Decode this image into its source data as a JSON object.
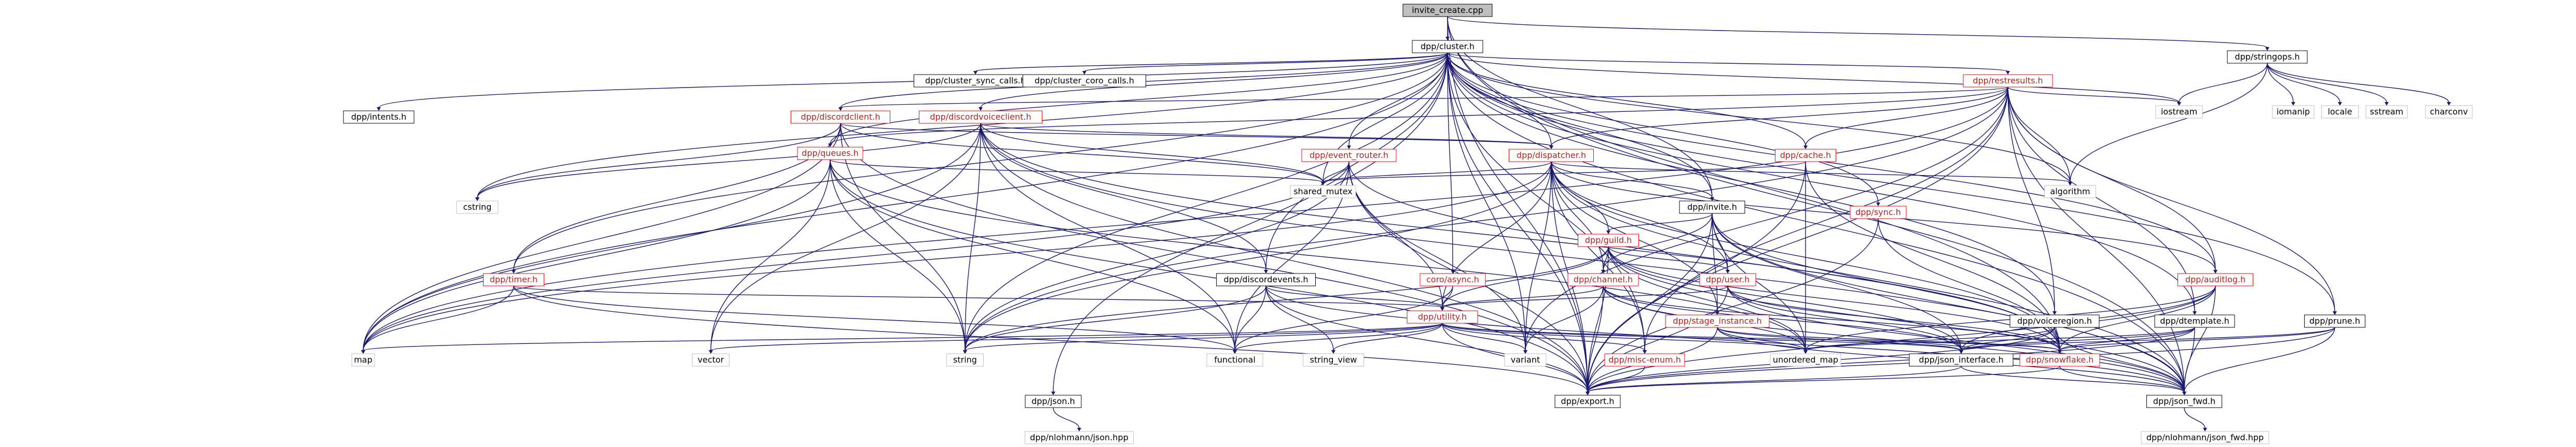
{
  "title": "invite_create.cpp",
  "nodes": [
    {
      "id": "root",
      "label": "invite_create.cpp",
      "kind": "root"
    },
    {
      "id": "cluster",
      "label": "dpp/cluster.h",
      "kind": "normal"
    },
    {
      "id": "stringops",
      "label": "dpp/stringops.h",
      "kind": "normal"
    },
    {
      "id": "cluster_sync",
      "label": "dpp/cluster_sync_calls.h",
      "kind": "normal"
    },
    {
      "id": "cluster_coro",
      "label": "dpp/cluster_coro_calls.h",
      "kind": "normal"
    },
    {
      "id": "restresults",
      "label": "dpp/restresults.h",
      "kind": "red"
    },
    {
      "id": "iostream",
      "label": "iostream",
      "kind": "plain"
    },
    {
      "id": "romanp",
      "label": "iomanip",
      "kind": "plain"
    },
    {
      "id": "locale",
      "label": "locale",
      "kind": "plain"
    },
    {
      "id": "sstream",
      "label": "sstream",
      "kind": "plain"
    },
    {
      "id": "charconv",
      "label": "charconv",
      "kind": "plain"
    },
    {
      "id": "intents",
      "label": "dpp/intents.h",
      "kind": "normal"
    },
    {
      "id": "discordclient",
      "label": "dpp/discordclient.h",
      "kind": "red"
    },
    {
      "id": "discordvoiceclient",
      "label": "dpp/discordvoiceclient.h",
      "kind": "red"
    },
    {
      "id": "dispatcher",
      "label": "dpp/dispatcher.h",
      "kind": "red"
    },
    {
      "id": "queues",
      "label": "dpp/queues.h",
      "kind": "red"
    },
    {
      "id": "event_router",
      "label": "dpp/event_router.h",
      "kind": "red"
    },
    {
      "id": "cache",
      "label": "dpp/cache.h",
      "kind": "red"
    },
    {
      "id": "cstring",
      "label": "cstring",
      "kind": "plain"
    },
    {
      "id": "shared_mutex",
      "label": "shared_mutex",
      "kind": "plain"
    },
    {
      "id": "algorithm",
      "label": "algorithm",
      "kind": "plain"
    },
    {
      "id": "invite",
      "label": "dpp/invite.h",
      "kind": "normal"
    },
    {
      "id": "sync",
      "label": "dpp/sync.h",
      "kind": "red"
    },
    {
      "id": "guild",
      "label": "dpp/guild.h",
      "kind": "red"
    },
    {
      "id": "timer",
      "label": "dpp/timer.h",
      "kind": "red"
    },
    {
      "id": "discordevents",
      "label": "dpp/discordevents.h",
      "kind": "normal"
    },
    {
      "id": "coro",
      "label": "coro/async.h",
      "kind": "red"
    },
    {
      "id": "channel",
      "label": "dpp/channel.h",
      "kind": "red"
    },
    {
      "id": "user",
      "label": "dpp/user.h",
      "kind": "red"
    },
    {
      "id": "stage_instance",
      "label": "dpp/stage_instance.h",
      "kind": "red"
    },
    {
      "id": "voiceregion",
      "label": "dpp/voiceregion.h",
      "kind": "normal"
    },
    {
      "id": "dtemplate",
      "label": "dpp/dtemplate.h",
      "kind": "normal"
    },
    {
      "id": "auditlog",
      "label": "dpp/auditlog.h",
      "kind": "red"
    },
    {
      "id": "prune",
      "label": "dpp/prune.h",
      "kind": "normal"
    },
    {
      "id": "utility",
      "label": "dpp/utility.h",
      "kind": "red"
    },
    {
      "id": "map",
      "label": "map",
      "kind": "plain"
    },
    {
      "id": "vector",
      "label": "vector",
      "kind": "plain"
    },
    {
      "id": "string",
      "label": "string",
      "kind": "plain"
    },
    {
      "id": "functional",
      "label": "functional",
      "kind": "plain"
    },
    {
      "id": "string_view",
      "label": "string_view",
      "kind": "plain"
    },
    {
      "id": "variant",
      "label": "variant",
      "kind": "plain"
    },
    {
      "id": "misc_enum",
      "label": "dpp/misc-enum.h",
      "kind": "red"
    },
    {
      "id": "unordered_map",
      "label": "unordered_map",
      "kind": "plain"
    },
    {
      "id": "json_interface",
      "label": "dpp/json_interface.h",
      "kind": "normal"
    },
    {
      "id": "snowflake",
      "label": "dpp/snowflake.h",
      "kind": "red"
    },
    {
      "id": "export",
      "label": "dpp/export.h",
      "kind": "normal"
    },
    {
      "id": "json",
      "label": "dpp/json.h",
      "kind": "normal"
    },
    {
      "id": "json_fwd",
      "label": "dpp/json_fwd.h",
      "kind": "normal"
    },
    {
      "id": "nlohmann_json",
      "label": "dpp/nlohmann/json.hpp",
      "kind": "plain"
    },
    {
      "id": "nlohmann_json_fwd",
      "label": "dpp/nlohmann/json_fwd.hpp",
      "kind": "plain"
    }
  ],
  "edges": [
    [
      "root",
      "cluster"
    ],
    [
      "root",
      "stringops"
    ],
    [
      "root",
      "export"
    ],
    [
      "root",
      "snowflake"
    ],
    [
      "root",
      "json_fwd"
    ],
    [
      "root",
      "invite"
    ],
    [
      "stringops",
      "iostream"
    ],
    [
      "stringops",
      "romanp"
    ],
    [
      "stringops",
      "locale"
    ],
    [
      "stringops",
      "sstream"
    ],
    [
      "stringops",
      "charconv"
    ],
    [
      "stringops",
      "algorithm"
    ],
    [
      "cluster",
      "cluster_sync"
    ],
    [
      "cluster",
      "cluster_coro"
    ],
    [
      "cluster",
      "restresults"
    ],
    [
      "cluster",
      "intents"
    ],
    [
      "cluster",
      "discordclient"
    ],
    [
      "cluster",
      "discordvoiceclient"
    ],
    [
      "cluster",
      "dispatcher"
    ],
    [
      "cluster",
      "queues"
    ],
    [
      "cluster",
      "event_router"
    ],
    [
      "cluster",
      "cache"
    ],
    [
      "cluster",
      "cstring"
    ],
    [
      "cluster",
      "shared_mutex"
    ],
    [
      "cluster",
      "algorithm"
    ],
    [
      "cluster",
      "iostream"
    ],
    [
      "cluster",
      "timer"
    ],
    [
      "cluster",
      "discordevents"
    ],
    [
      "cluster",
      "coro"
    ],
    [
      "cluster",
      "map"
    ],
    [
      "cluster",
      "string"
    ],
    [
      "cluster",
      "variant"
    ],
    [
      "cluster",
      "misc_enum"
    ],
    [
      "cluster",
      "export"
    ],
    [
      "cluster",
      "json_fwd"
    ],
    [
      "cluster",
      "json"
    ],
    [
      "cluster",
      "sync"
    ],
    [
      "cluster",
      "invite"
    ],
    [
      "cluster",
      "voiceregion"
    ],
    [
      "cluster",
      "dtemplate"
    ],
    [
      "cluster",
      "prune"
    ],
    [
      "cluster",
      "auditlog"
    ],
    [
      "restresults",
      "iostream"
    ],
    [
      "restresults",
      "discordclient"
    ],
    [
      "restresults",
      "dispatcher"
    ],
    [
      "restresults",
      "cache"
    ],
    [
      "restresults",
      "queues"
    ],
    [
      "restresults",
      "algorithm"
    ],
    [
      "restresults",
      "voiceregion"
    ],
    [
      "restresults",
      "dtemplate"
    ],
    [
      "restresults",
      "prune"
    ],
    [
      "restresults",
      "auditlog"
    ],
    [
      "restresults",
      "misc_enum"
    ],
    [
      "restresults",
      "export"
    ],
    [
      "restresults",
      "json_fwd"
    ],
    [
      "restresults",
      "map"
    ],
    [
      "restresults",
      "string"
    ],
    [
      "restresults",
      "variant"
    ],
    [
      "discordclient",
      "cstring"
    ],
    [
      "discordclient",
      "shared_mutex"
    ],
    [
      "discordclient",
      "map"
    ],
    [
      "discordclient",
      "string"
    ],
    [
      "discordclient",
      "dispatcher"
    ],
    [
      "discordclient",
      "timer"
    ],
    [
      "discordclient",
      "export"
    ],
    [
      "discordvoiceclient",
      "cstring"
    ],
    [
      "discordvoiceclient",
      "shared_mutex"
    ],
    [
      "discordvoiceclient",
      "dispatcher"
    ],
    [
      "discordvoiceclient",
      "discordevents"
    ],
    [
      "discordvoiceclient",
      "map"
    ],
    [
      "discordvoiceclient",
      "vector"
    ],
    [
      "discordvoiceclient",
      "string"
    ],
    [
      "discordvoiceclient",
      "functional"
    ],
    [
      "discordvoiceclient",
      "export"
    ],
    [
      "discordvoiceclient",
      "snowflake"
    ],
    [
      "discordvoiceclient",
      "json_fwd"
    ],
    [
      "dispatcher",
      "invite"
    ],
    [
      "dispatcher",
      "guild"
    ],
    [
      "dispatcher",
      "channel"
    ],
    [
      "dispatcher",
      "user"
    ],
    [
      "dispatcher",
      "stage_instance"
    ],
    [
      "dispatcher",
      "utility"
    ],
    [
      "dispatcher",
      "algorithm"
    ],
    [
      "dispatcher",
      "string"
    ],
    [
      "dispatcher",
      "map"
    ],
    [
      "dispatcher",
      "variant"
    ],
    [
      "dispatcher",
      "export"
    ],
    [
      "dispatcher",
      "snowflake"
    ],
    [
      "dispatcher",
      "json_fwd"
    ],
    [
      "dispatcher",
      "auditlog"
    ],
    [
      "dispatcher",
      "shared_mutex"
    ],
    [
      "dispatcher",
      "misc_enum"
    ],
    [
      "queues",
      "map"
    ],
    [
      "queues",
      "vector"
    ],
    [
      "queues",
      "string"
    ],
    [
      "queues",
      "functional"
    ],
    [
      "queues",
      "shared_mutex"
    ],
    [
      "queues",
      "export"
    ],
    [
      "queues",
      "unordered_map"
    ],
    [
      "event_router",
      "string"
    ],
    [
      "event_router",
      "map"
    ],
    [
      "event_router",
      "variant"
    ],
    [
      "event_router",
      "functional"
    ],
    [
      "event_router",
      "shared_mutex"
    ],
    [
      "event_router",
      "export"
    ],
    [
      "event_router",
      "snowflake"
    ],
    [
      "event_router",
      "utility"
    ],
    [
      "cache",
      "shared_mutex"
    ],
    [
      "cache",
      "unordered_map"
    ],
    [
      "cache",
      "export"
    ],
    [
      "cache",
      "snowflake"
    ],
    [
      "invite",
      "guild"
    ],
    [
      "invite",
      "user"
    ],
    [
      "invite",
      "channel"
    ],
    [
      "invite",
      "stage_instance"
    ],
    [
      "invite",
      "export"
    ],
    [
      "invite",
      "snowflake"
    ],
    [
      "invite",
      "json_fwd"
    ],
    [
      "invite",
      "json_interface"
    ],
    [
      "invite",
      "unordered_map"
    ],
    [
      "sync",
      "snowflake"
    ],
    [
      "sync",
      "export"
    ],
    [
      "guild",
      "channel"
    ],
    [
      "guild",
      "user"
    ],
    [
      "guild",
      "utility"
    ],
    [
      "guild",
      "string"
    ],
    [
      "guild",
      "unordered_map"
    ],
    [
      "guild",
      "export"
    ],
    [
      "guild",
      "snowflake"
    ],
    [
      "guild",
      "json_fwd"
    ],
    [
      "guild",
      "json_interface"
    ],
    [
      "channel",
      "utility"
    ],
    [
      "channel",
      "unordered_map"
    ],
    [
      "channel",
      "variant"
    ],
    [
      "channel",
      "export"
    ],
    [
      "channel",
      "snowflake"
    ],
    [
      "channel",
      "json_fwd"
    ],
    [
      "channel",
      "json_interface"
    ],
    [
      "user",
      "utility"
    ],
    [
      "user",
      "export"
    ],
    [
      "user",
      "snowflake"
    ],
    [
      "user",
      "json_fwd"
    ],
    [
      "user",
      "json_interface"
    ],
    [
      "stage_instance",
      "unordered_map"
    ],
    [
      "stage_instance",
      "export"
    ],
    [
      "stage_instance",
      "snowflake"
    ],
    [
      "stage_instance",
      "json_fwd"
    ],
    [
      "stage_instance",
      "json_interface"
    ],
    [
      "timer",
      "map"
    ],
    [
      "timer",
      "functional"
    ],
    [
      "timer",
      "export"
    ],
    [
      "timer",
      "utility"
    ],
    [
      "discordevents",
      "string"
    ],
    [
      "discordevents",
      "string_view"
    ],
    [
      "discordevents",
      "functional"
    ],
    [
      "discordevents",
      "export"
    ],
    [
      "discordevents",
      "json_fwd"
    ],
    [
      "discordevents",
      "utility"
    ],
    [
      "coro",
      "utility"
    ],
    [
      "coro",
      "functional"
    ],
    [
      "voiceregion",
      "unordered_map"
    ],
    [
      "voiceregion",
      "export"
    ],
    [
      "voiceregion",
      "json_fwd"
    ],
    [
      "voiceregion",
      "json_interface"
    ],
    [
      "dtemplate",
      "unordered_map"
    ],
    [
      "dtemplate",
      "export"
    ],
    [
      "dtemplate",
      "json_fwd"
    ],
    [
      "dtemplate",
      "snowflake"
    ],
    [
      "dtemplate",
      "json_interface"
    ],
    [
      "auditlog",
      "export"
    ],
    [
      "auditlog",
      "snowflake"
    ],
    [
      "auditlog",
      "json_fwd"
    ],
    [
      "auditlog",
      "json_interface"
    ],
    [
      "auditlog",
      "unordered_map"
    ],
    [
      "prune",
      "export"
    ],
    [
      "prune",
      "json_fwd"
    ],
    [
      "prune",
      "snowflake"
    ],
    [
      "prune",
      "json_interface"
    ],
    [
      "utility",
      "map"
    ],
    [
      "utility",
      "vector"
    ],
    [
      "utility",
      "string"
    ],
    [
      "utility",
      "functional"
    ],
    [
      "utility",
      "string_view"
    ],
    [
      "utility",
      "variant"
    ],
    [
      "utility",
      "misc_enum"
    ],
    [
      "utility",
      "unordered_map"
    ],
    [
      "utility",
      "json_interface"
    ],
    [
      "utility",
      "snowflake"
    ],
    [
      "utility",
      "export"
    ],
    [
      "misc_enum",
      "export"
    ],
    [
      "json_interface",
      "export"
    ],
    [
      "json_interface",
      "json_fwd"
    ],
    [
      "snowflake",
      "export"
    ],
    [
      "snowflake",
      "json_fwd"
    ],
    [
      "json",
      "nlohmann_json"
    ],
    [
      "json_fwd",
      "nlohmann_json_fwd"
    ]
  ]
}
